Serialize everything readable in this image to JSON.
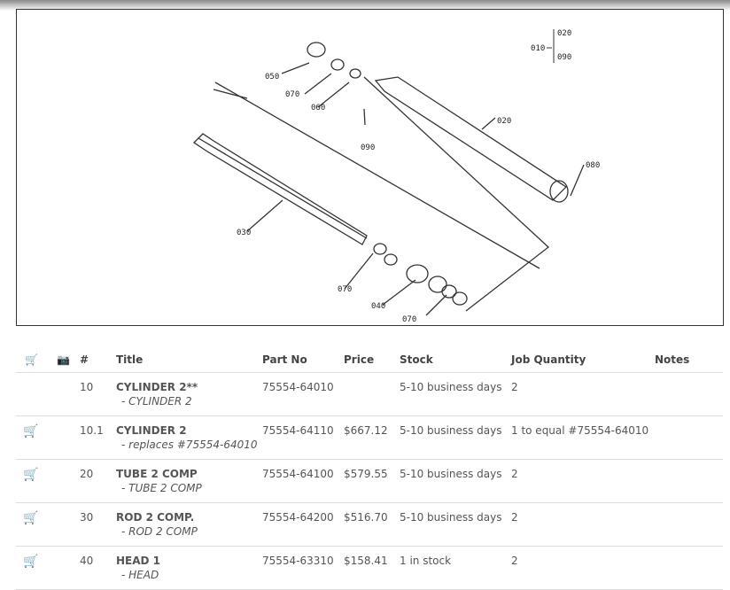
{
  "diagram": {
    "labels": [
      "050",
      "070",
      "060",
      "090",
      "020",
      "080",
      "030",
      "070",
      "040",
      "070"
    ],
    "legend": {
      "parent": "010",
      "children": [
        "020",
        "090"
      ]
    }
  },
  "table": {
    "headers": {
      "cart": "cart-icon",
      "photo": "camera-icon",
      "num": "#",
      "title": "Title",
      "part": "Part No",
      "price": "Price",
      "stock": "Stock",
      "qty": "Job Quantity",
      "notes": "Notes"
    },
    "rows": [
      {
        "num": "10",
        "title": "CYLINDER 2**",
        "sub": "- CYLINDER 2",
        "part": "75554-64010",
        "price": "",
        "stock": "5-10 business days",
        "qty": "2",
        "notes": "",
        "cart": false
      },
      {
        "num": "10.1",
        "title": "CYLINDER 2",
        "sub": "- replaces #75554-64010",
        "part": "75554-64110",
        "price": "$667.12",
        "stock": "5-10 business days",
        "qty": "1 to equal #75554-64010",
        "notes": "",
        "cart": true
      },
      {
        "num": "20",
        "title": "TUBE 2 COMP",
        "sub": "- TUBE 2 COMP",
        "part": "75554-64100",
        "price": "$579.55",
        "stock": "5-10 business days",
        "qty": "2",
        "notes": "",
        "cart": true
      },
      {
        "num": "30",
        "title": "ROD 2 COMP.",
        "sub": "- ROD 2 COMP",
        "part": "75554-64200",
        "price": "$516.70",
        "stock": "5-10 business days",
        "qty": "2",
        "notes": "",
        "cart": true
      },
      {
        "num": "40",
        "title": "HEAD 1",
        "sub": "- HEAD",
        "part": "75554-63310",
        "price": "$158.41",
        "stock": "1 in stock",
        "qty": "2",
        "notes": "",
        "cart": true
      }
    ]
  },
  "colors": {
    "cart": "#d0191f"
  }
}
